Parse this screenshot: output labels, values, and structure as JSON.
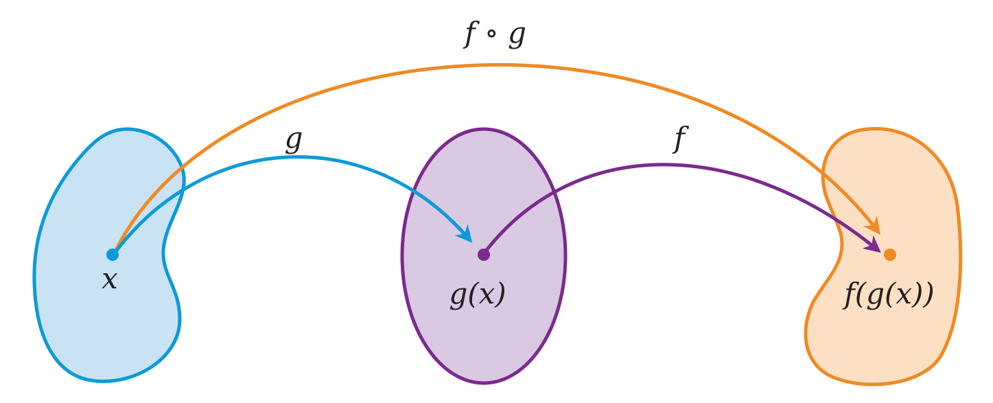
{
  "colors": {
    "blue": "#0d9ad8",
    "blue_fill": "#c9e3f5",
    "purple": "#7b2a8e",
    "purple_fill": "#d9c9e3",
    "orange": "#f08a24",
    "orange_fill": "#fde0c4",
    "text": "#231f20"
  },
  "labels": {
    "composition": "f ∘ g",
    "g_map": "g",
    "f_map": "f",
    "x": "x",
    "gx": "g(x)",
    "fgx": "f(g(x))"
  }
}
